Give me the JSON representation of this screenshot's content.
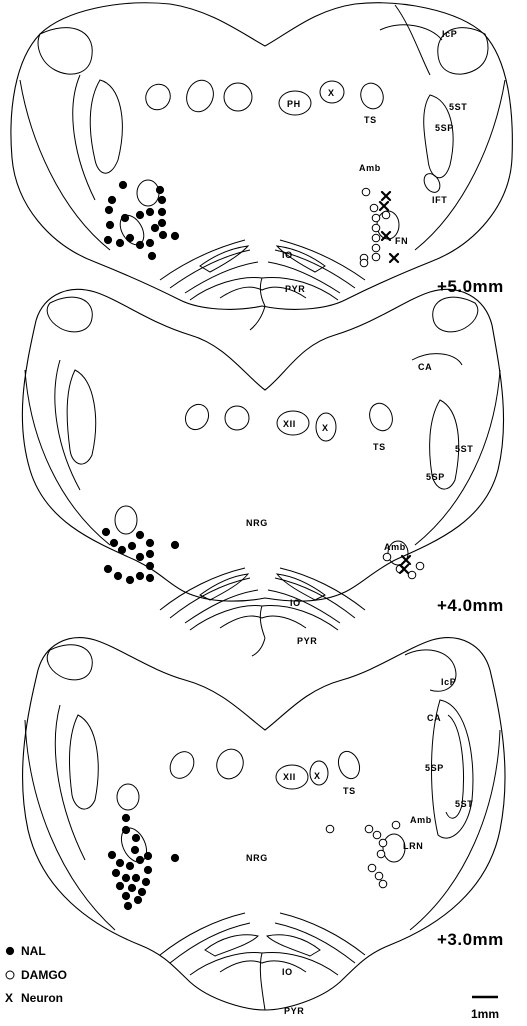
{
  "sections": [
    {
      "level": "+5.0mm",
      "labels": {
        "icp": "IcP",
        "ph": "PH",
        "x": "X",
        "ts": "TS",
        "st5": "5ST",
        "sp5": "5SP",
        "amb": "Amb",
        "ift": "IFT",
        "fn": "FN",
        "io": "IO",
        "pyr": "PYR"
      }
    },
    {
      "level": "+4.0mm",
      "labels": {
        "ca": "CA",
        "xii": "XII",
        "x": "X",
        "ts": "TS",
        "st5": "5ST",
        "sp5": "5SP",
        "nrg": "NRG",
        "amb": "Amb",
        "io": "IO",
        "pyr": "PYR"
      }
    },
    {
      "level": "+3.0mm",
      "labels": {
        "icp": "IcP",
        "ca": "CA",
        "xii": "XII",
        "x": "X",
        "ts": "TS",
        "sp5": "5SP",
        "st5": "5ST",
        "nrg": "NRG",
        "amb": "Amb",
        "lrn": "LRN",
        "io": "IO",
        "pyr": "PYR"
      }
    }
  ],
  "legend": {
    "nal": "NAL",
    "damgo": "DAMGO",
    "neuron": "Neuron",
    "neuron_symbol": "X"
  },
  "scale_bar": "1mm"
}
